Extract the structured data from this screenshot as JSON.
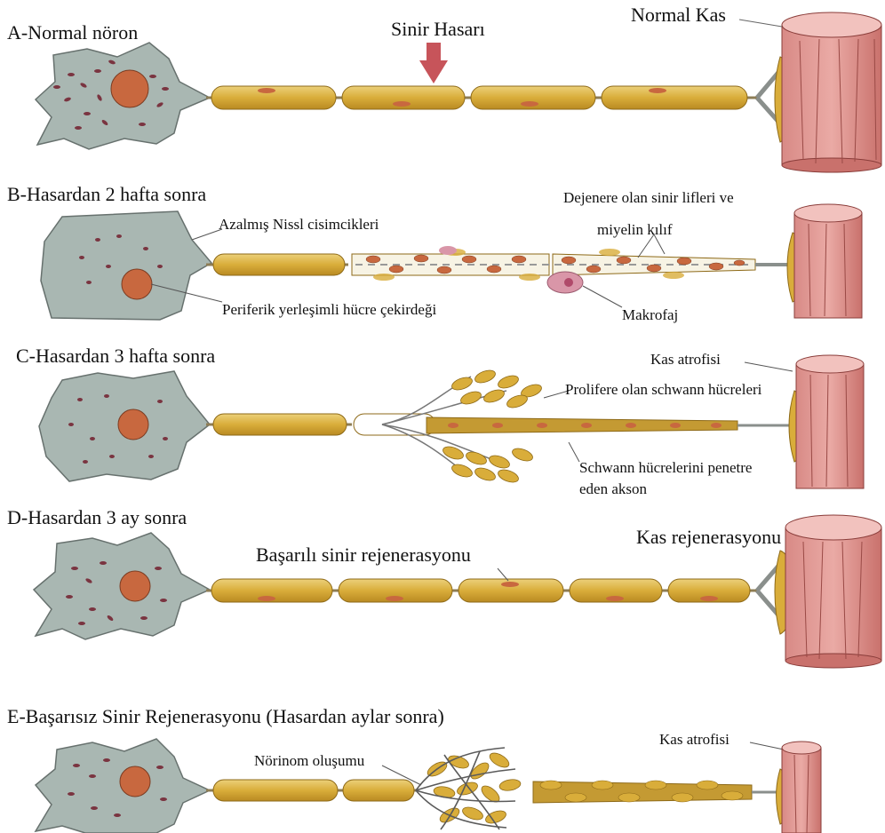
{
  "panels": {
    "a": {
      "title": "A-Normal nöron",
      "injury": "Sinir Hasarı",
      "muscle": "Normal Kas"
    },
    "b": {
      "title": "B-Hasardan 2 hafta sonra",
      "nissl": "Azalmış Nissl cisimcikleri",
      "degen_1": "Dejenere olan sinir lifleri ve",
      "degen_2": "miyelin kılıf",
      "nucleus": "Periferik yerleşimli hücre çekirdeği",
      "macrophage": "Makrofaj"
    },
    "c": {
      "title": "C-Hasardan 3 hafta sonra",
      "atrophy": "Kas atrofisi",
      "prolif": "Prolifere olan schwann hücreleri",
      "axon_1": "Schwann hücrelerini penetre",
      "axon_2": "eden akson"
    },
    "d": {
      "title": "D-Hasardan 3 ay sonra",
      "regen": "Başarılı sinir rejenerasyonu",
      "muscle_regen": "Kas rejenerasyonu"
    },
    "e": {
      "title": "E-Başarısız Sinir Rejenerasyonu (Hasardan aylar sonra)",
      "neuroma": "Nörinom oluşumu",
      "atrophy": "Kas atrofisi"
    }
  },
  "colors": {
    "cell_body": "#a9b7b2",
    "nucleus": "#c8683f",
    "myelin": "#d9b23e",
    "muscle": "#e9a7a3",
    "arrow": "#c7545a",
    "granule": "#7a3440"
  }
}
